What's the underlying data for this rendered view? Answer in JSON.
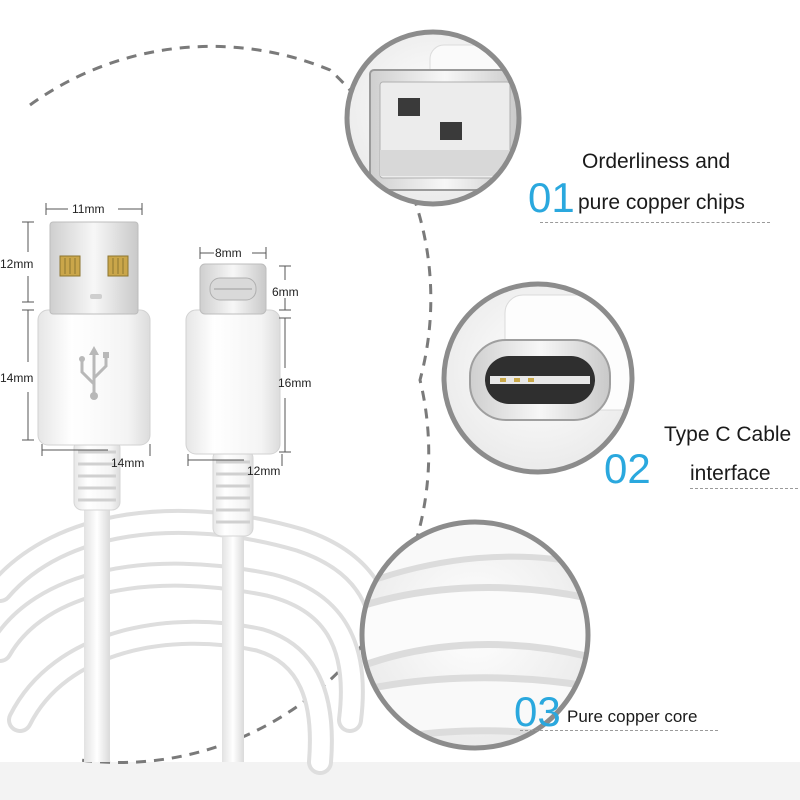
{
  "dimensions": {
    "usb_a_width": "11mm",
    "usb_a_plug_height": "12mm",
    "usb_a_body_height": "14mm",
    "usb_a_body_width": "14mm",
    "type_c_width": "8mm",
    "type_c_plug_height": "6mm",
    "type_c_body_height": "16mm",
    "type_c_body_width": "12mm"
  },
  "features": [
    {
      "number": "01",
      "line1": "Orderliness and",
      "line2": "pure copper chips"
    },
    {
      "number": "02",
      "line1": "Type C Cable",
      "line2": "interface"
    },
    {
      "number": "03",
      "line1": "Pure copper core"
    }
  ],
  "colors": {
    "accent": "#2aa8de",
    "text": "#1a1a1a",
    "dashed_circle": "#7a7a7a",
    "lens_ring": "#8c8c8c"
  },
  "icons": [
    "usb-symbol-icon"
  ]
}
